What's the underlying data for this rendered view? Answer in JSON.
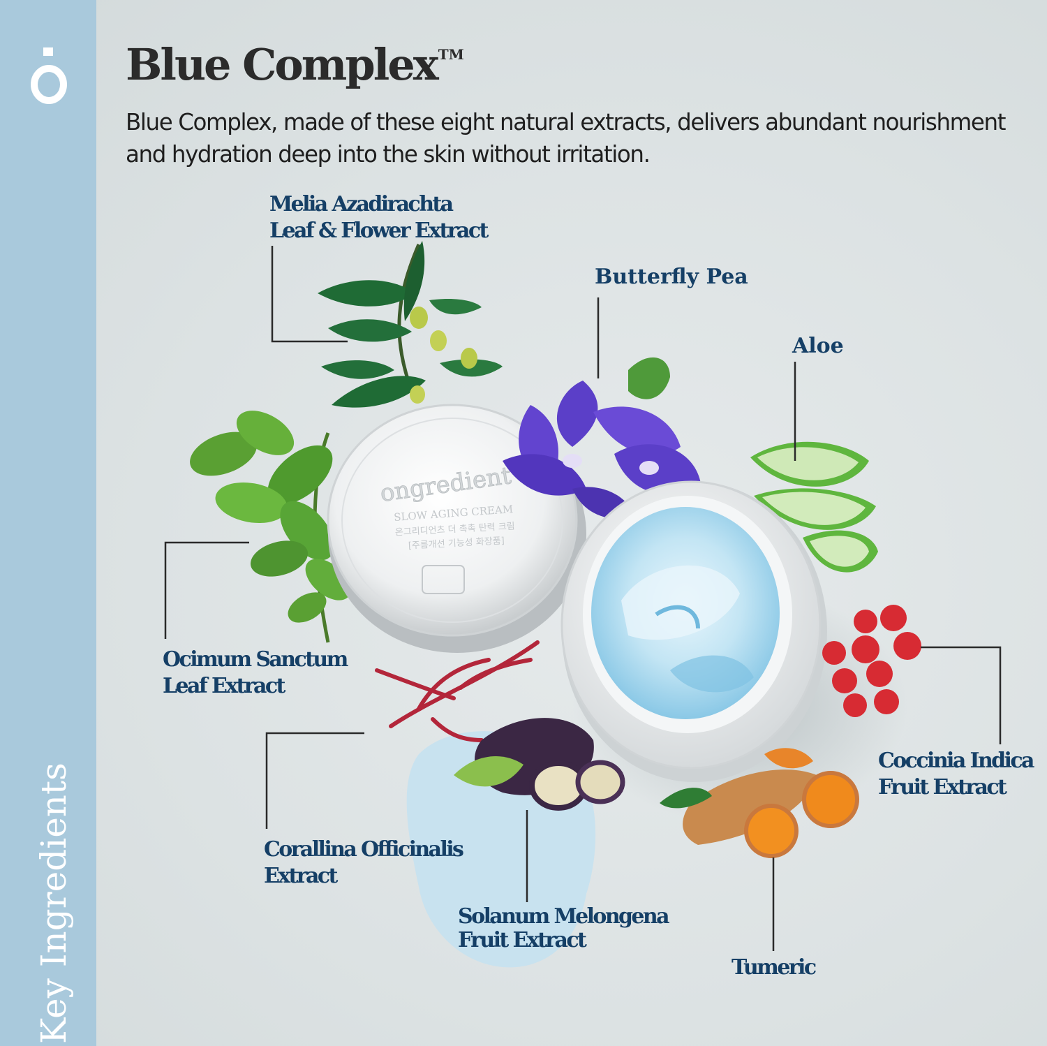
{
  "brand": {
    "logo_icon": "o-dot-logo-icon"
  },
  "sidebar": {
    "label": "Key Ingredients",
    "color": "#a9c9dc"
  },
  "header": {
    "title": "Blue Complex",
    "trademark": "TM",
    "description": "Blue Complex, made of these eight natural extracts, delivers abundant nourishment and hydration deep into the skin without irritation."
  },
  "product": {
    "lid_brand": "ongredient",
    "lid_product": "SLOW AGING CREAM",
    "lid_korean_line1": "온그리디언츠 더 촉촉 탄력 크림",
    "lid_korean_line2": "[주름개선 기능성 화장품]"
  },
  "ingredients": [
    {
      "line1": "Melia Azadirachta",
      "line2": "Leaf & Flower Extract"
    },
    {
      "line1": "Butterfly Pea",
      "line2": ""
    },
    {
      "line1": "Aloe",
      "line2": ""
    },
    {
      "line1": "Ocimum Sanctum",
      "line2": "Leaf Extract"
    },
    {
      "line1": "Coccinia Indica",
      "line2": "Fruit Extract"
    },
    {
      "line1": "Corallina Officinalis",
      "line2": "Extract"
    },
    {
      "line1": "Solanum Melongena",
      "line2": "Fruit Extract"
    },
    {
      "line1": "Tumeric",
      "line2": ""
    }
  ],
  "colors": {
    "label": "#153f66",
    "leader_line": "#2a2a2a",
    "cream": "#a9d6ec",
    "background": "#dde3e4"
  }
}
